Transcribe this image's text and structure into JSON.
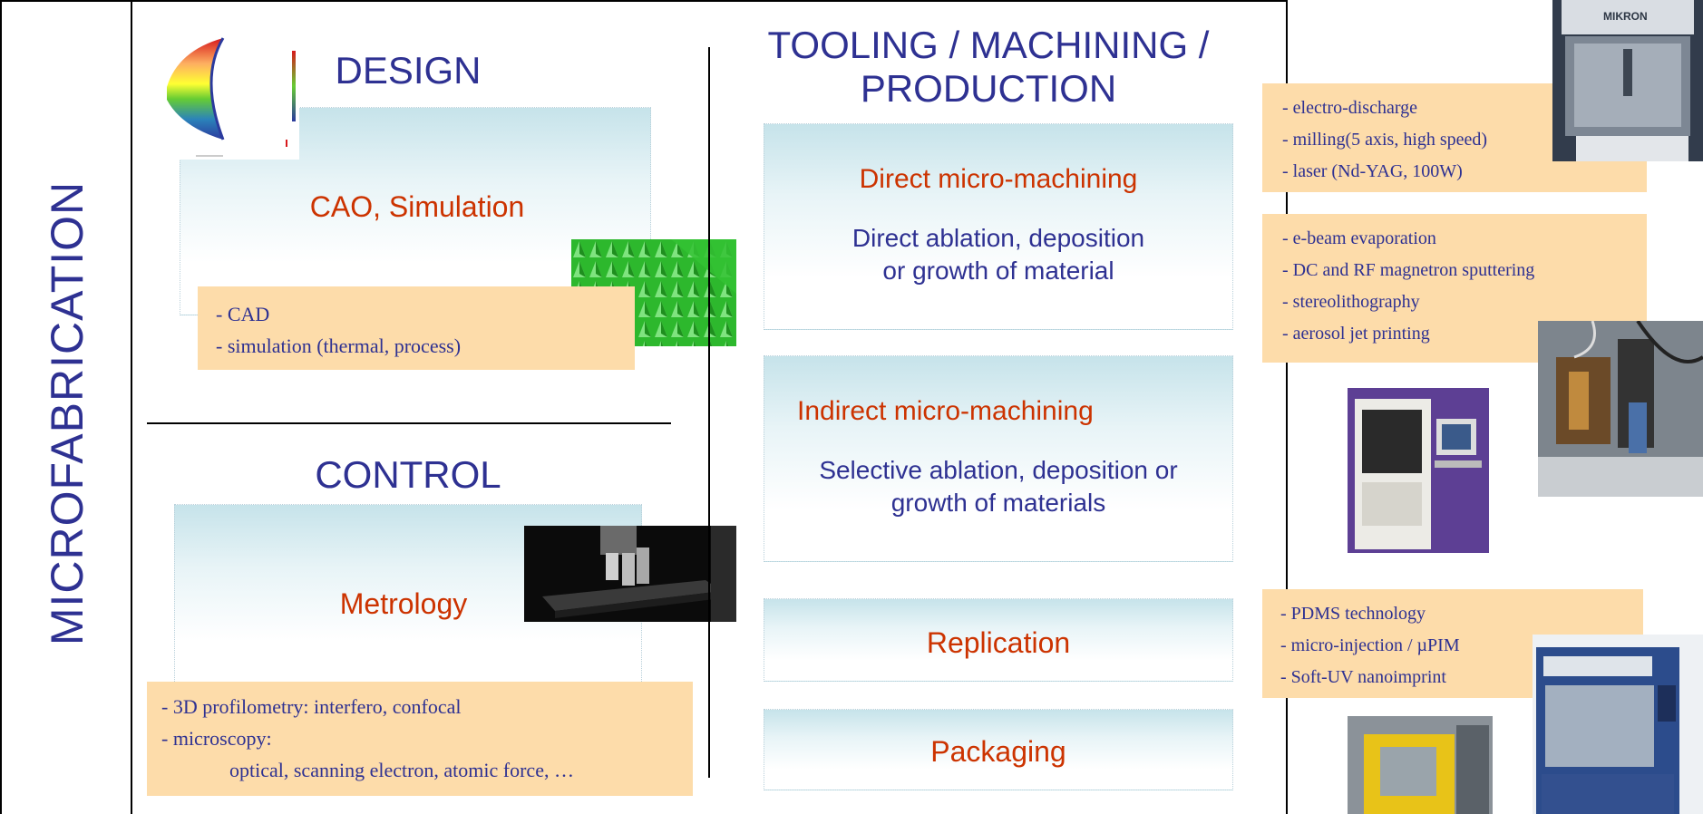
{
  "vertical_title": "MICROFABRICATION",
  "design": {
    "heading": "DESIGN",
    "box_title": "CAO, Simulation",
    "list": [
      "- CAD",
      "- simulation (thermal, process)"
    ]
  },
  "control": {
    "heading": "CONTROL",
    "box_title": "Metrology",
    "list": [
      "- 3D profilometry: interfero, confocal",
      "- microscopy:",
      "optical, scanning electron, atomic force, …"
    ]
  },
  "tooling": {
    "heading_line1": "TOOLING / MACHINING /",
    "heading_line2": "PRODUCTION",
    "boxes": [
      {
        "title": "Direct micro-machining",
        "desc_line1": "Direct ablation, deposition",
        "desc_line2": "or growth of material"
      },
      {
        "title": "Indirect micro-machining",
        "desc_line1": "Selective ablation, deposition or",
        "desc_line2": "growth of materials"
      },
      {
        "title": "Replication"
      },
      {
        "title": "Packaging"
      }
    ]
  },
  "right_lists": {
    "direct": [
      "- electro-discharge",
      "- milling(5 axis, high speed)",
      "- laser (Nd-YAG, 100W)"
    ],
    "indirect": [
      "- e-beam evaporation",
      "- DC and RF magnetron sputtering",
      "- stereolithography",
      "- aerosol jet printing"
    ],
    "replication": [
      "- PDMS technology",
      "- micro-injection / µPIM",
      "- Soft-UV nanoimprint"
    ]
  },
  "machine_label": "MIKRON"
}
